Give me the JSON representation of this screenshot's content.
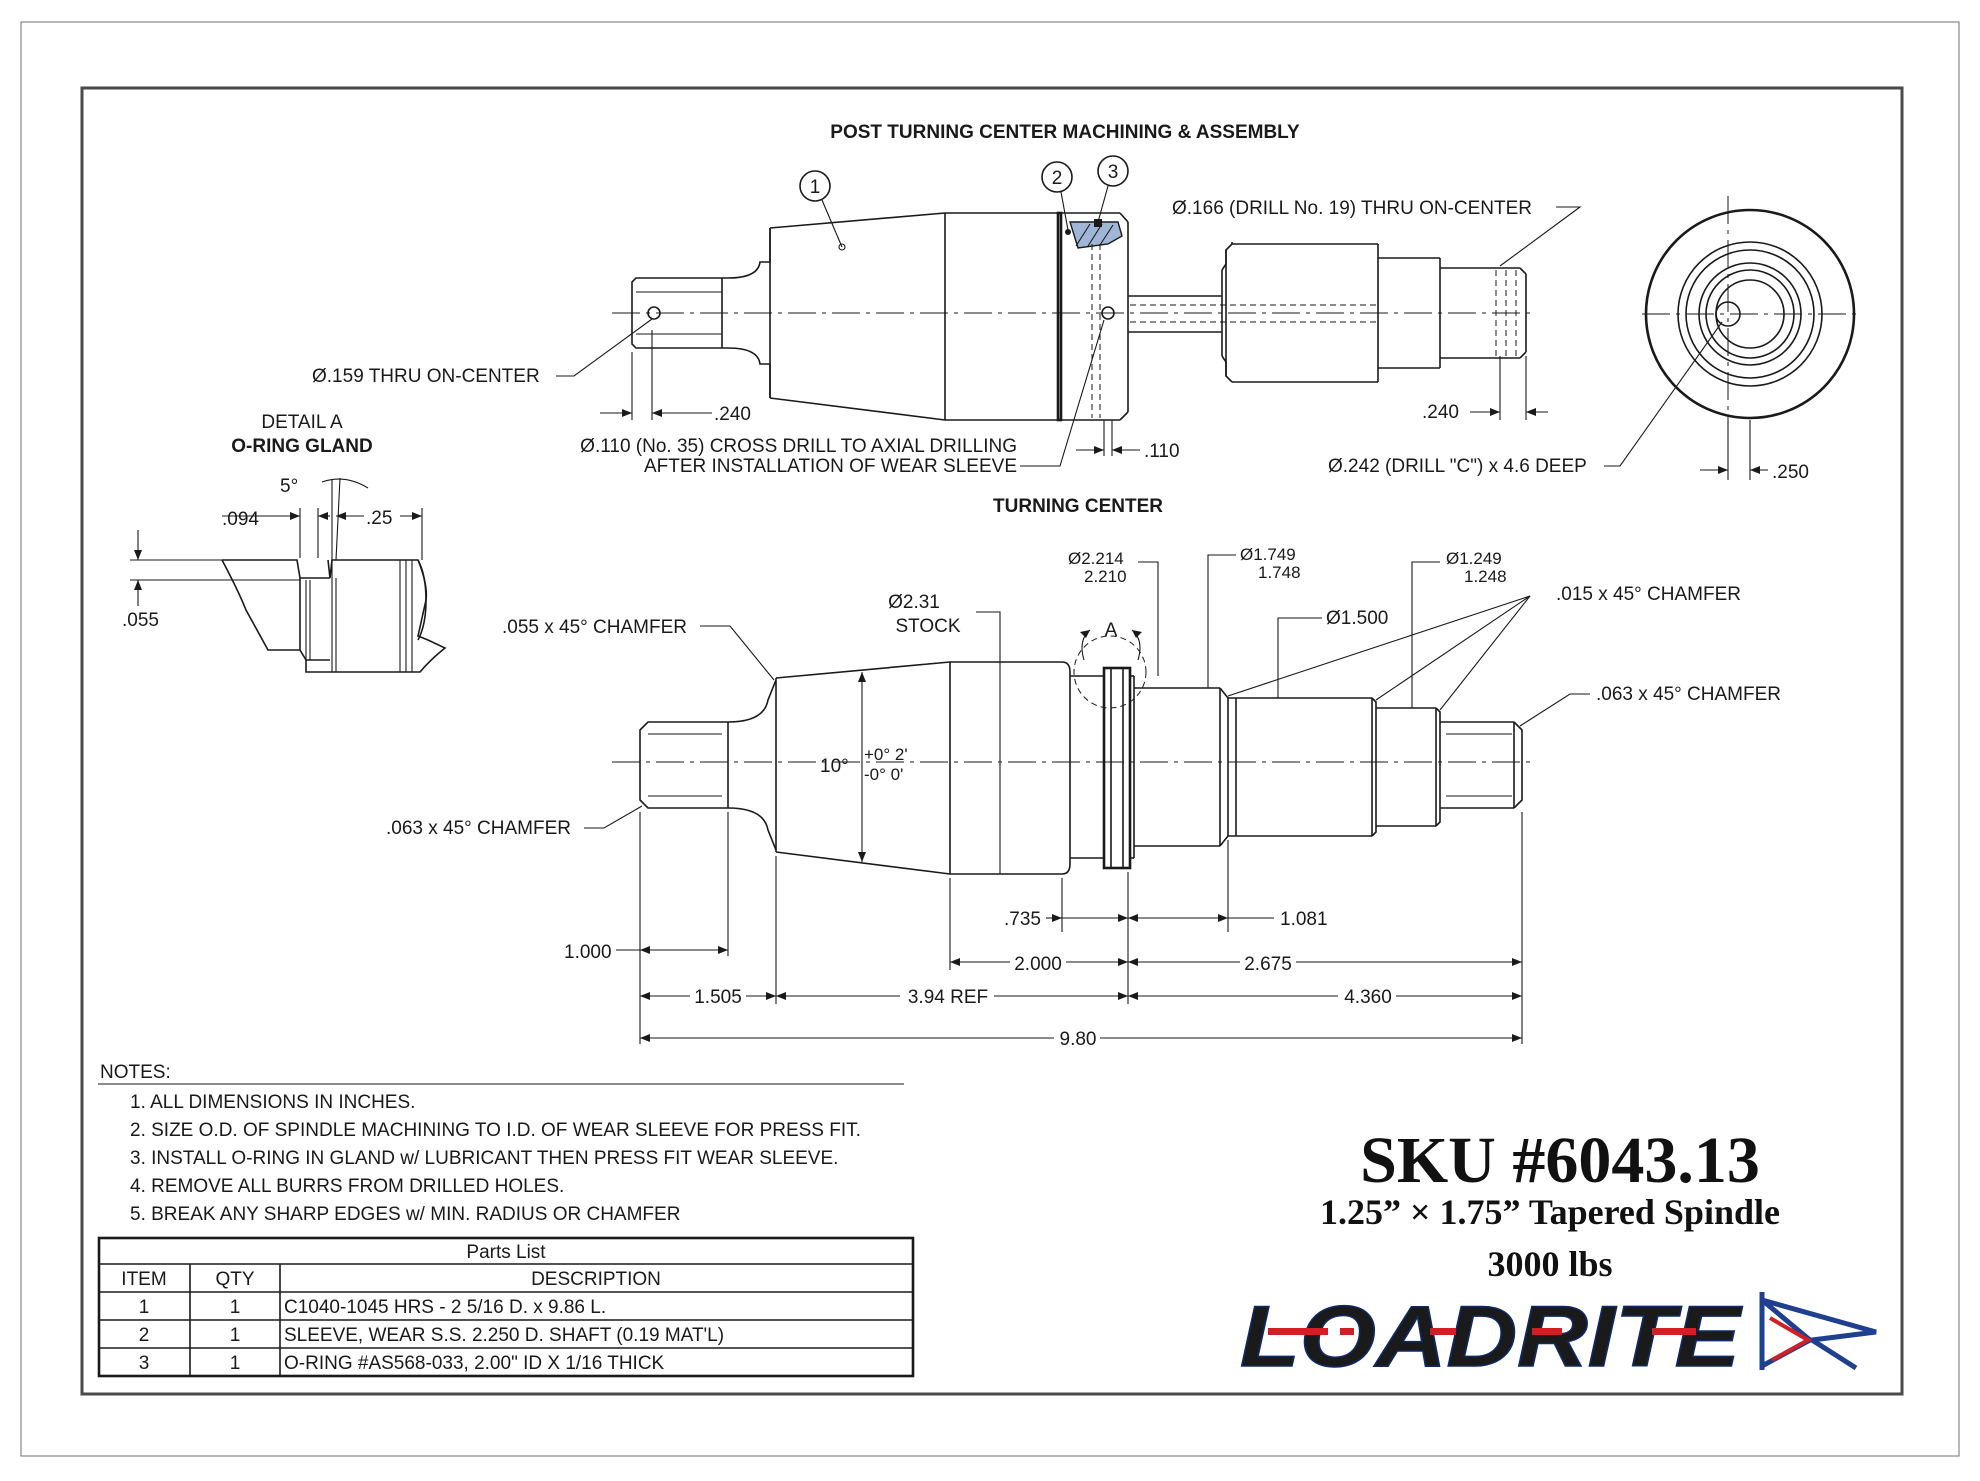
{
  "titles": {
    "post_turning": "POST TURNING CENTER MACHINING & ASSEMBLY",
    "turning_center": "TURNING CENTER",
    "detail_a": "DETAIL  A",
    "oring_gland": "O-RING GLAND"
  },
  "balloons": [
    "1",
    "2",
    "3"
  ],
  "upper_annotations": {
    "drill_166": "Ø.166 (DRILL No. 19) THRU ON-CENTER",
    "thru_159": "Ø.159 THRU ON-CENTER",
    "dim_240_left": ".240",
    "cross_drill_1": "Ø.110 (No. 35) CROSS DRILL TO AXIAL DRILLING",
    "cross_drill_2": "AFTER INSTALLATION OF WEAR SLEEVE",
    "dim_110": ".110",
    "dim_240_right": ".240",
    "drill_242": "Ø.242 (DRILL \"C\") x 4.6 DEEP",
    "dim_250": ".250"
  },
  "detail_annotations": {
    "angle_5": "5°",
    "dim_094": ".094",
    "dim_25": ".25",
    "dim_055": ".055"
  },
  "lower_annotations": {
    "dia_2214": "Ø2.214",
    "dia_2210": "2.210",
    "dia_1749": "Ø1.749",
    "dia_1748": "1.748",
    "dia_1249": "Ø1.249",
    "dia_1248": "1.248",
    "chamfer_015": ".015 x 45° CHAMFER",
    "dia_231": "Ø2.31",
    "stock": "STOCK",
    "detail_mark": "A",
    "chamfer_055": ".055 x 45° CHAMFER",
    "dia_1500": "Ø1.500",
    "chamfer_063_right": ".063 x 45° CHAMFER",
    "angle_10": "10°",
    "tol_plus": "+0° 2'",
    "tol_minus": "-0° 0'",
    "chamfer_063_left": ".063 x 45° CHAMFER",
    "dim_735": ".735",
    "dim_1081": "1.081",
    "dim_1000": "1.000",
    "dim_2000": "2.000",
    "dim_2675": "2.675",
    "dim_1505": "1.505",
    "dim_394": "3.94 REF",
    "dim_4360": "4.360",
    "dim_980": "9.80"
  },
  "notes": {
    "heading": "NOTES:",
    "items": [
      "1. ALL DIMENSIONS IN INCHES.",
      "2. SIZE O.D. OF SPINDLE MACHINING TO I.D. OF WEAR SLEEVE FOR PRESS FIT.",
      "3. INSTALL O-RING IN GLAND w/ LUBRICANT THEN PRESS FIT WEAR SLEEVE.",
      "4. REMOVE ALL BURRS FROM DRILLED HOLES.",
      "5. BREAK ANY SHARP EDGES w/ MIN. RADIUS OR CHAMFER"
    ]
  },
  "parts_list": {
    "title": "Parts List",
    "headers": [
      "ITEM",
      "QTY",
      "DESCRIPTION"
    ],
    "rows": [
      [
        "1",
        "1",
        "C1040-1045 HRS - 2 5/16 D. x 9.86 L."
      ],
      [
        "2",
        "1",
        "SLEEVE, WEAR S.S. 2.250 D. SHAFT (0.19 MAT'L)"
      ],
      [
        "3",
        "1",
        "O-RING #AS568-033, 2.00\" ID X 1/16 THICK"
      ]
    ]
  },
  "title_block": {
    "sku": "SKU #6043.13",
    "subtitle": "1.25” × 1.75” Tapered Spindle",
    "capacity": "3000 lbs"
  },
  "logo": {
    "text": "LOADRITE",
    "colors": {
      "primary": "#1f3f8f",
      "accent": "#d21f26"
    }
  }
}
